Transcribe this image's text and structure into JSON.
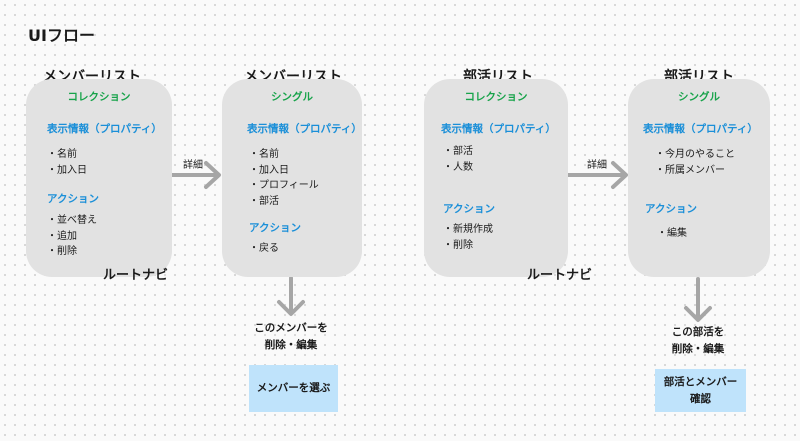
{
  "page_title": "UIフロー",
  "screens": [
    {
      "title": "メンバーリスト",
      "type": "コレクション",
      "sections": [
        {
          "heading": "表示情報（プロパティ）",
          "items": [
            "・名前",
            "・加入日"
          ]
        },
        {
          "heading": "アクション",
          "items": [
            "・並べ替え",
            "・追加",
            "・削除"
          ]
        }
      ],
      "nav_label": "ルートナビ"
    },
    {
      "title": "メンバーリスト",
      "type": "シングル",
      "sections": [
        {
          "heading": "表示情報（プロパティ）",
          "items": [
            "・名前",
            "・加入日",
            "・プロフィール",
            "・部活"
          ]
        },
        {
          "heading": "アクション",
          "items": [
            "・戻る"
          ]
        }
      ]
    },
    {
      "title": "部活リスト",
      "type": "コレクション",
      "sections": [
        {
          "heading": "表示情報（プロパティ）",
          "items": [
            "・部活",
            "・人数"
          ]
        },
        {
          "heading": "アクション",
          "items": [
            "・新規作成",
            "・削除"
          ]
        }
      ],
      "nav_label": "ルートナビ"
    },
    {
      "title": "部活リスト",
      "type": "シングル",
      "sections": [
        {
          "heading": "表示情報（プロパティ）",
          "items": [
            "・今月のやること",
            "・所属メンバー"
          ]
        },
        {
          "heading": "アクション",
          "items": [
            "・編集"
          ]
        }
      ]
    }
  ],
  "transitions": [
    {
      "label": "詳細"
    },
    {
      "label": "詳細"
    }
  ],
  "flows": [
    {
      "caption_lines": [
        "このメンバーを",
        "削除・編集"
      ],
      "action": "メンバーを選ぶ"
    },
    {
      "caption_lines": [
        "この部活を",
        "削除・編集"
      ],
      "action_lines": [
        "部活とメンバー",
        "確認"
      ]
    }
  ],
  "colors": {
    "type_label": "#17a34a",
    "section_heading": "#1a8fd8",
    "card_fill": "#e2e2e2",
    "arrow": "#a6a6a6",
    "action_box": "#bfe3fb"
  }
}
